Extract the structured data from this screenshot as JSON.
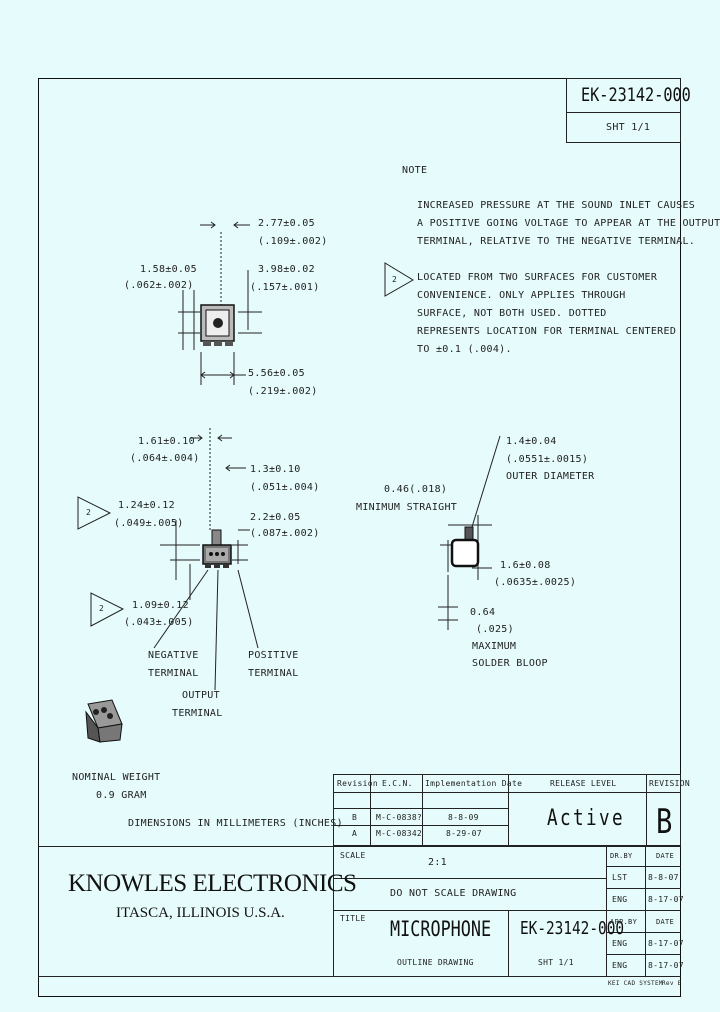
{
  "header": {
    "doc_number": "EK-23142-000",
    "sheet": "SHT 1/1"
  },
  "notes": {
    "title": "NOTE",
    "note1": [
      "INCREASED PRESSURE AT THE SOUND INLET CAUSES",
      "A POSITIVE GOING VOLTAGE TO APPEAR AT THE OUTPUT",
      "TERMINAL, RELATIVE TO THE NEGATIVE TERMINAL."
    ],
    "note2_marker": "2",
    "note2": [
      "LOCATED FROM TWO SURFACES FOR CUSTOMER",
      "CONVENIENCE. ONLY APPLIES THROUGH",
      "SURFACE, NOT BOTH USED. DOTTED",
      "REPRESENTS LOCATION FOR TERMINAL CENTERED",
      "TO ±0.1 (.004)."
    ]
  },
  "top_view": {
    "dim_a": [
      "2.77±0.05",
      "(.109±.002)"
    ],
    "dim_b": [
      "1.58±0.05",
      "(.062±.002)"
    ],
    "dim_c": [
      "3.98±0.02",
      "(.157±.001)"
    ],
    "dim_d": [
      "5.56±0.05",
      "(.219±.002)"
    ]
  },
  "side_view": {
    "dim_a": [
      "1.61±0.10",
      "(.064±.004)"
    ],
    "dim_b": [
      "1.3±0.10",
      "(.051±.004)"
    ],
    "dim_c": [
      "2.2±0.05",
      "(.087±.002)"
    ],
    "note_marker_1": "2",
    "dim_d": [
      "1.24±0.12",
      "(.049±.005)"
    ],
    "note_marker_2": "2",
    "dim_e": [
      "1.09±0.12",
      "(.043±.005)"
    ],
    "label_neg": [
      "NEGATIVE",
      "TERMINAL"
    ],
    "label_pos": [
      "POSITIVE",
      "TERMINAL"
    ],
    "label_out": [
      "OUTPUT",
      "TERMINAL"
    ]
  },
  "port_view": {
    "dim_a": [
      "1.4±0.04",
      "(.0551±.0015)"
    ],
    "label_a": "OUTER DIAMETER",
    "dim_b": [
      "0.46(.018)",
      "MINIMUM STRAIGHT"
    ],
    "dim_c": [
      "1.6±0.08",
      "(.0635±.0025)"
    ],
    "dim_d": [
      "0.64",
      "(.025)",
      "MAXIMUM",
      "SOLDER BLOOP"
    ]
  },
  "weight_note": [
    "NOMINAL WEIGHT",
    "0.9 GRAM"
  ],
  "dimensions_note": "DIMENSIONS IN MILLIMETERS (INCHES)",
  "revision_table": {
    "headers": [
      "Revision",
      "E.C.N.",
      "Implementation Date"
    ],
    "rows": [
      [
        "B",
        "M-C-0838?",
        "8-8-09"
      ],
      [
        "A",
        "M-C-08342",
        "8-29-07"
      ]
    ],
    "release_level_label": "RELEASE LEVEL",
    "release_level": "Active",
    "revision_label": "REVISION",
    "revision": "B"
  },
  "company": {
    "name": "KNOWLES ELECTRONICS",
    "location": "ITASCA, ILLINOIS U.S.A."
  },
  "title_block": {
    "scale_label": "SCALE",
    "scale": "2:1",
    "note": "DO NOT SCALE DRAWING",
    "title_label": "TITLE",
    "title": "MICROPHONE",
    "subtitle": "OUTLINE DRAWING",
    "doc_number": "EK-23142-000",
    "sheet": "SHT 1/1",
    "sig_rows": [
      [
        "DR.BY",
        "DATE"
      ],
      [
        "LST",
        "8-8-07"
      ],
      [
        "ENG",
        "8-17-07"
      ],
      [
        "APP.BY",
        "DATE"
      ],
      [
        "ENG",
        "8-17-07"
      ]
    ],
    "footer_left": "KEI CAD SYSTEM",
    "footer_right": "Rev E"
  }
}
